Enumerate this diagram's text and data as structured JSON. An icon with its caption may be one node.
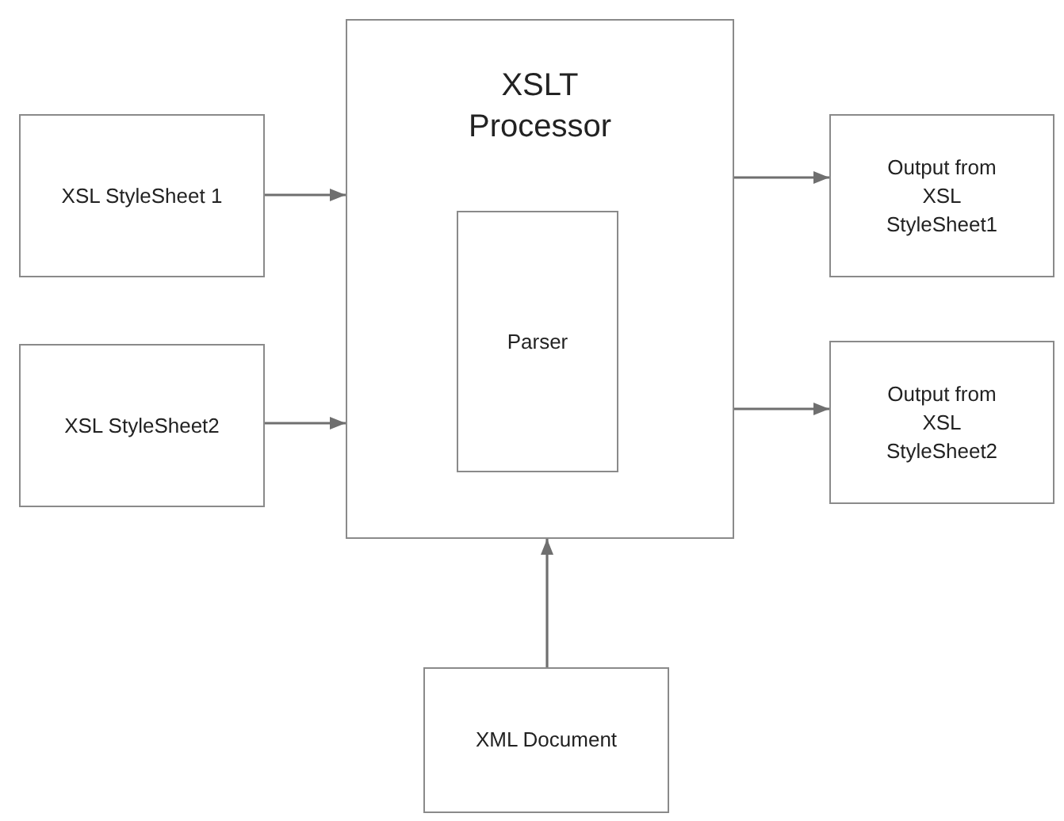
{
  "diagram": {
    "nodes": [
      {
        "text": [
          "XSL StyleSheet 1"
        ]
      },
      {
        "text": [
          "XSL StyleSheet2"
        ]
      },
      {
        "text": [
          "XSLT Processor"
        ]
      },
      {
        "text": [
          "Parser"
        ],
        "in": 2
      },
      {
        "text": [
          "Output from XSL StyleSheet1"
        ]
      },
      {
        "text": [
          "Output from XSL StyleSheet2"
        ]
      },
      {
        "text": [
          "XML Document"
        ]
      }
    ],
    "edges": [
      {
        "from": 0,
        "to": 2,
        "arrow": "to"
      },
      {
        "from": 1,
        "to": 2,
        "arrow": "to"
      },
      {
        "from": 2,
        "to": 4,
        "arrow": "to"
      },
      {
        "from": 2,
        "to": 5,
        "arrow": "to"
      },
      {
        "from": 6,
        "to": 2,
        "arrow": "to"
      }
    ]
  }
}
